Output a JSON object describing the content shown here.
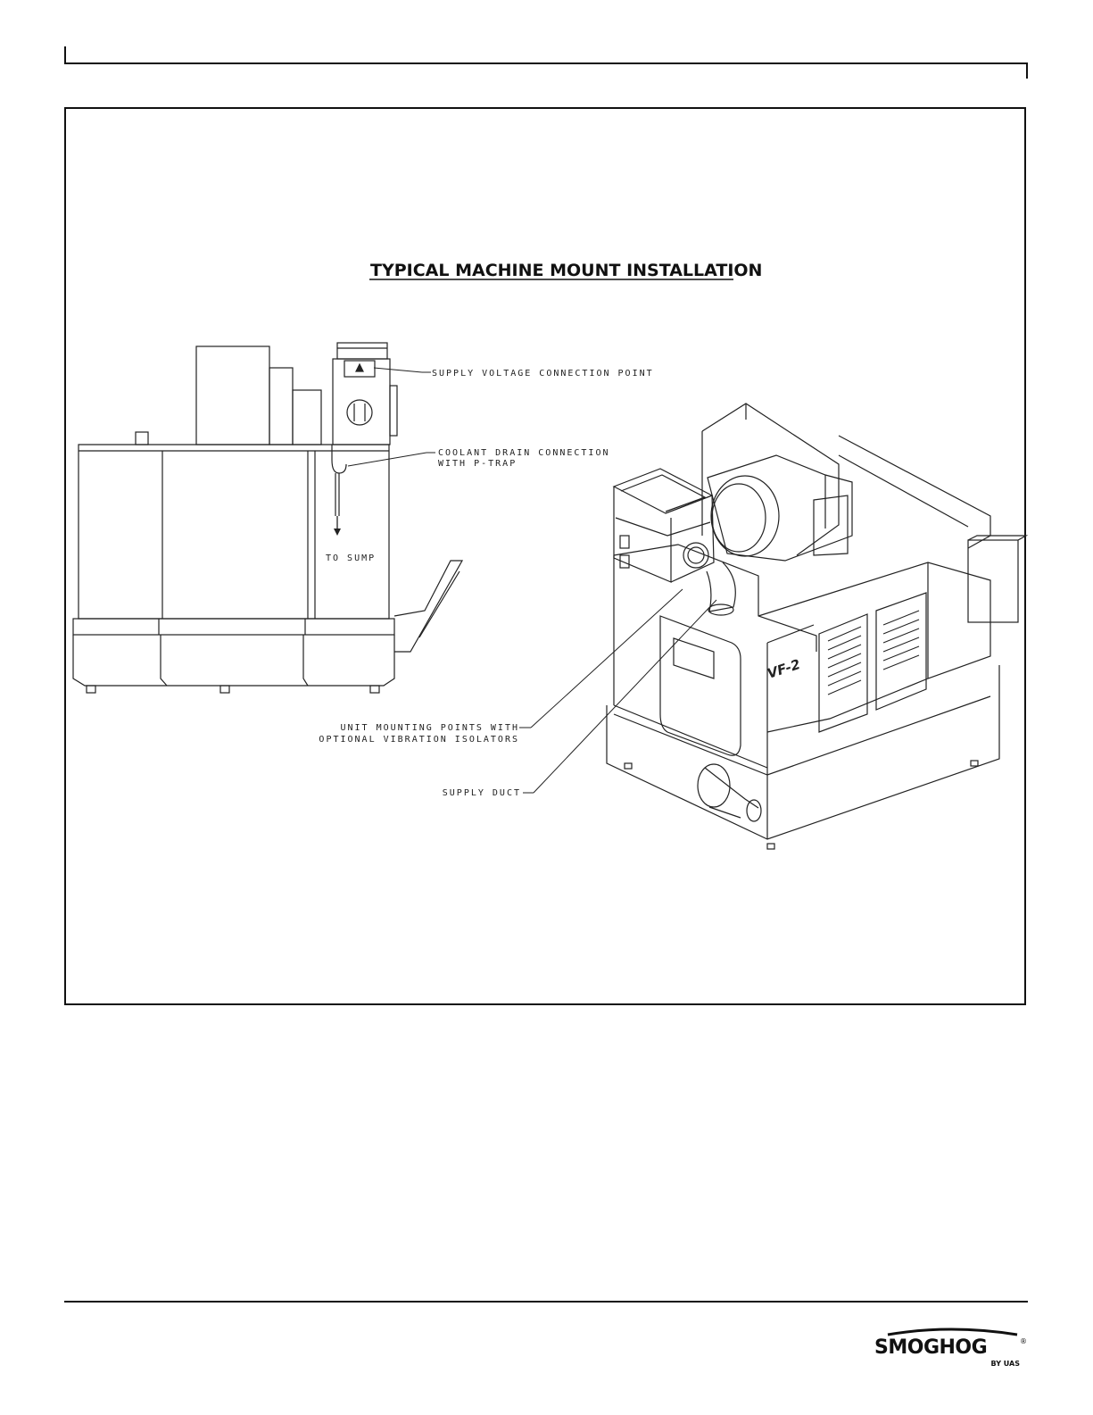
{
  "drawing": {
    "title": "TYPICAL MACHINE MOUNT INSTALLATION",
    "callouts": {
      "supply_voltage": "SUPPLY VOLTAGE CONNECTION POINT",
      "coolant_drain_1": "COOLANT DRAIN CONNECTION",
      "coolant_drain_2": "WITH P-TRAP",
      "to_sump": "TO SUMP",
      "mounting_points_1": "UNIT MOUNTING POINTS WITH",
      "mounting_points_2": "OPTIONAL VIBRATION ISOLATORS",
      "supply_duct": "SUPPLY DUCT"
    },
    "machine_model_label": "VF-2"
  },
  "footer": {
    "brand": "SMOGHOG",
    "registered_mark": "®",
    "byline": "BY UAS"
  }
}
